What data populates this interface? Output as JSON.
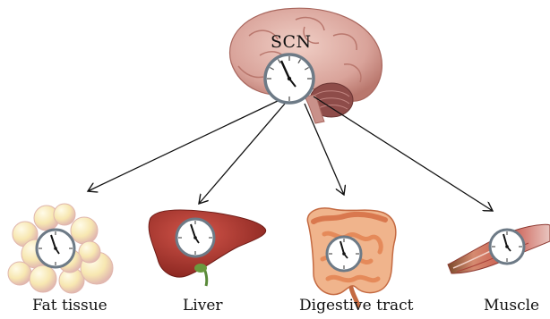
{
  "diagram": {
    "central_label": "SCN",
    "nodes": [
      {
        "id": "fat",
        "label": "Fat tissue"
      },
      {
        "id": "liver",
        "label": "Liver"
      },
      {
        "id": "digest",
        "label": "Digestive tract"
      },
      {
        "id": "muscle",
        "label": "Muscle"
      }
    ],
    "edges": [
      {
        "from": "SCN",
        "to": "fat"
      },
      {
        "from": "SCN",
        "to": "liver"
      },
      {
        "from": "SCN",
        "to": "digest"
      },
      {
        "from": "SCN",
        "to": "muscle"
      }
    ],
    "colors": {
      "brain": "#d9a39a",
      "brain_dark": "#b9776d",
      "cerebellum": "#8e4c49",
      "fat": "#f7e7b1",
      "liver": "#a8322a",
      "intestine": "#e58a5a",
      "muscle": "#c9564b",
      "clock_rim": "#6d7a86",
      "clock_face": "#ffffff",
      "arrow": "#111111"
    }
  }
}
